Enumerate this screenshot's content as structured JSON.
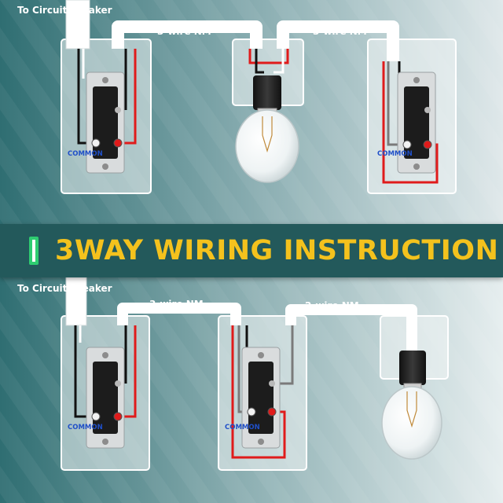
{
  "banner": {
    "title": "3WAY WIRING INSTRUCTION"
  },
  "top_diagram": {
    "source_label": "To Circuit Breaker",
    "cable_left_label": "3-wire NM",
    "cable_right_label": "3-wire NM",
    "switch_left_terminal": "COMMON",
    "switch_right_terminal": "COMMON"
  },
  "bottom_diagram": {
    "source_label": "To Circuit Breaker",
    "cable_left_label": "3-wire NM",
    "cable_right_label": "2-wire NM",
    "switch_left_terminal": "COMMON",
    "switch_right_terminal": "COMMON"
  },
  "colors": {
    "wire_black": "#111111",
    "wire_red": "#e01b1b",
    "wire_white": "#ffffff",
    "wire_ground": "#7a7a7a",
    "banner_bg": "#23595b",
    "banner_text": "#f4c21d",
    "badge_green": "#2ecc71",
    "common_text": "#1f4fc8"
  }
}
